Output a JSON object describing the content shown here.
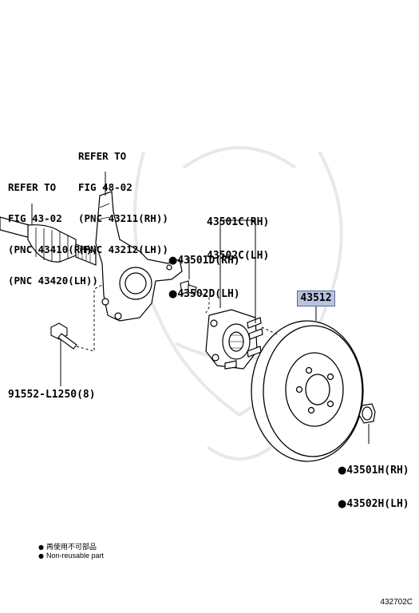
{
  "labels": {
    "refer_knuckle": [
      "REFER TO",
      "FIG 48-02",
      "(PNC 43211(RH))",
      "(PNC 43212(LH))"
    ],
    "refer_shaft": [
      "REFER TO",
      "FIG 43-02",
      "(PNC 43410(RH))",
      "(PNC 43420(LH))"
    ],
    "hub_rh": "43501C(RH)",
    "hub_lh": "43502C(LH)",
    "bolt_rh": "43501D(RH)",
    "bolt_lh": "43502D(LH)",
    "rotor": "43512",
    "knuckle_bolt": "91552-L1250(8)",
    "nut_rh": "43501H(RH)",
    "nut_lh": "43502H(LH)"
  },
  "marker": "●",
  "legend": {
    "jp": "再使用不可部品",
    "en": "Non-reusable part"
  },
  "figure_code": "432702C",
  "colors": {
    "line": "#000000",
    "highlight": "#b9c3dd",
    "highlight_border": "#5a6a9c",
    "watermark": "#e6e6e6"
  }
}
